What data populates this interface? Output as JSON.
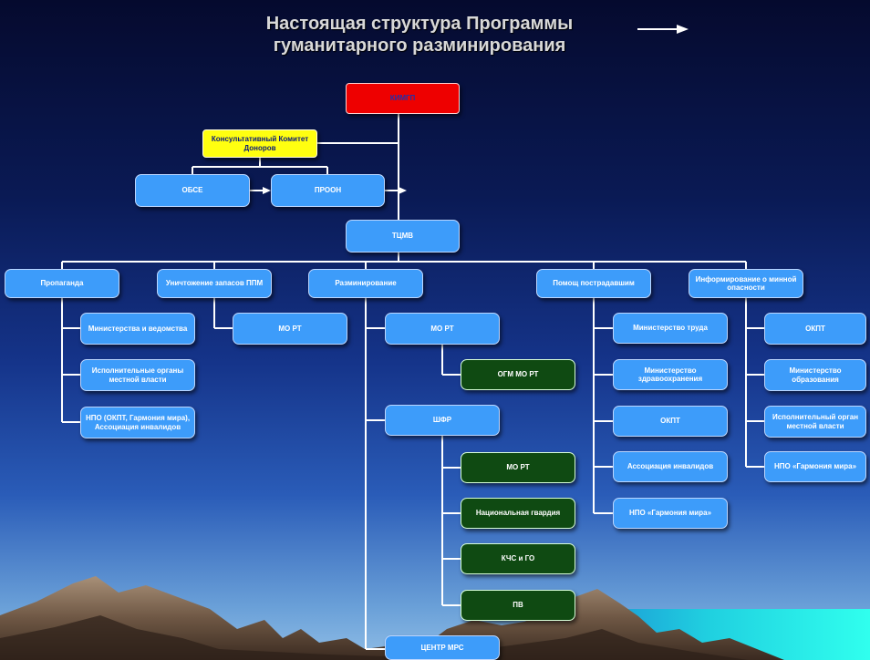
{
  "title": {
    "line1": "Настоящая структура Программы",
    "line2": "гуманитарного разминирования"
  },
  "nodes": {
    "kimgp": "КИМГП",
    "donors": "Консультативный Комитет Доноров",
    "osce": "ОБСЕ",
    "undp": "ПРООН",
    "tcmv": "ТЦМВ",
    "propaganda": "Пропаганда",
    "stockpile": "Уничтожение запасов ППМ",
    "demining": "Разминирование",
    "victims": "Помощ пострадавшим",
    "mine_risk": "Информирование о минной опасности",
    "prop_ministries": "Министерства и ведомства",
    "prop_local": "Исполнительные органы местной власти",
    "prop_ngo": "НПО (ОКПТ, Гармония мира), Ассоциация инвалидов",
    "stock_mort": "МО РТ",
    "dem_mort": "МО РТ",
    "dem_ogm": "ОГМ МО РТ",
    "dem_shfr": "ШФР",
    "shfr_mort": "МО РТ",
    "shfr_guard": "Национальная гвардия",
    "shfr_kchs": "КЧС и ГО",
    "shfr_pv": "ПВ",
    "center_mrs": "ЦЕНТР МРС",
    "vic_labor": "Министерство труда",
    "vic_health": "Министерство здравоохранения",
    "vic_okpt": "ОКПТ",
    "vic_disabled": "Ассоциация инвалидов",
    "vic_harmony": "НПО «Гармония мира»",
    "risk_okpt": "ОКПТ",
    "risk_edu": "Министерство образования",
    "risk_local": "Исполнительный орган местной власти",
    "risk_harmony": "НПО «Гармония мира»"
  },
  "colors": {
    "box_blue": "#3d9cfa",
    "box_green": "#0f4a12",
    "box_red": "#ee0000",
    "box_yellow": "#ffff10",
    "connector": "#ffffff"
  }
}
